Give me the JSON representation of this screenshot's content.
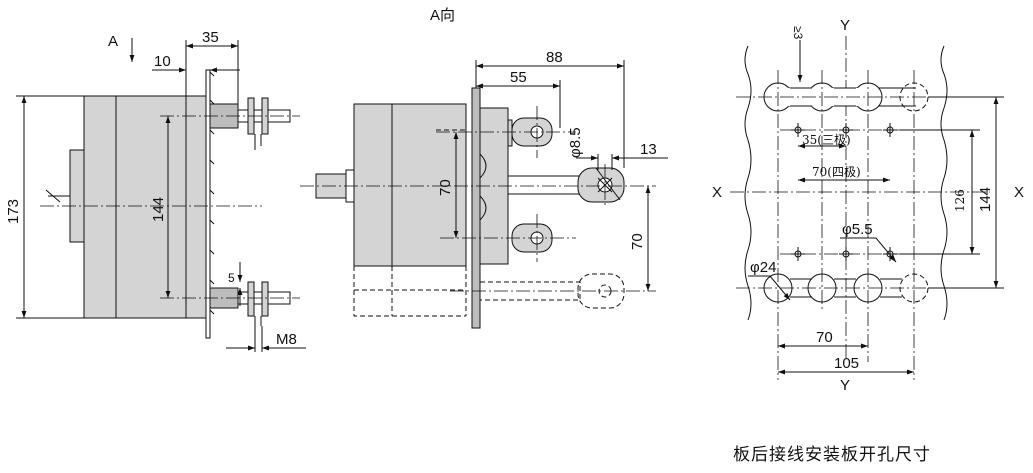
{
  "view_a": {
    "title": "A向",
    "label": "A"
  },
  "left_view": {
    "dims": {
      "d35": "35",
      "d10": "10",
      "d173": "173",
      "d144": "144",
      "d5": "5",
      "m8": "M8"
    }
  },
  "middle_view": {
    "dims": {
      "d88": "88",
      "d55": "55",
      "phi85": "φ8.5",
      "d13": "13",
      "d70a": "70",
      "d70b": "70"
    }
  },
  "right_view": {
    "axes": {
      "y_top": "Y",
      "y_bottom": "Y",
      "x_left": "X",
      "x_right": "X"
    },
    "dims": {
      "ge3": "≥3",
      "d35_3pole": "35(三极)",
      "d70_4pole": "70(四极)",
      "d126": "126",
      "d144": "144",
      "phi55": "φ5.5",
      "phi24": "φ24",
      "d70": "70",
      "d105": "105"
    },
    "caption": "板后接线安装板开孔尺寸"
  }
}
